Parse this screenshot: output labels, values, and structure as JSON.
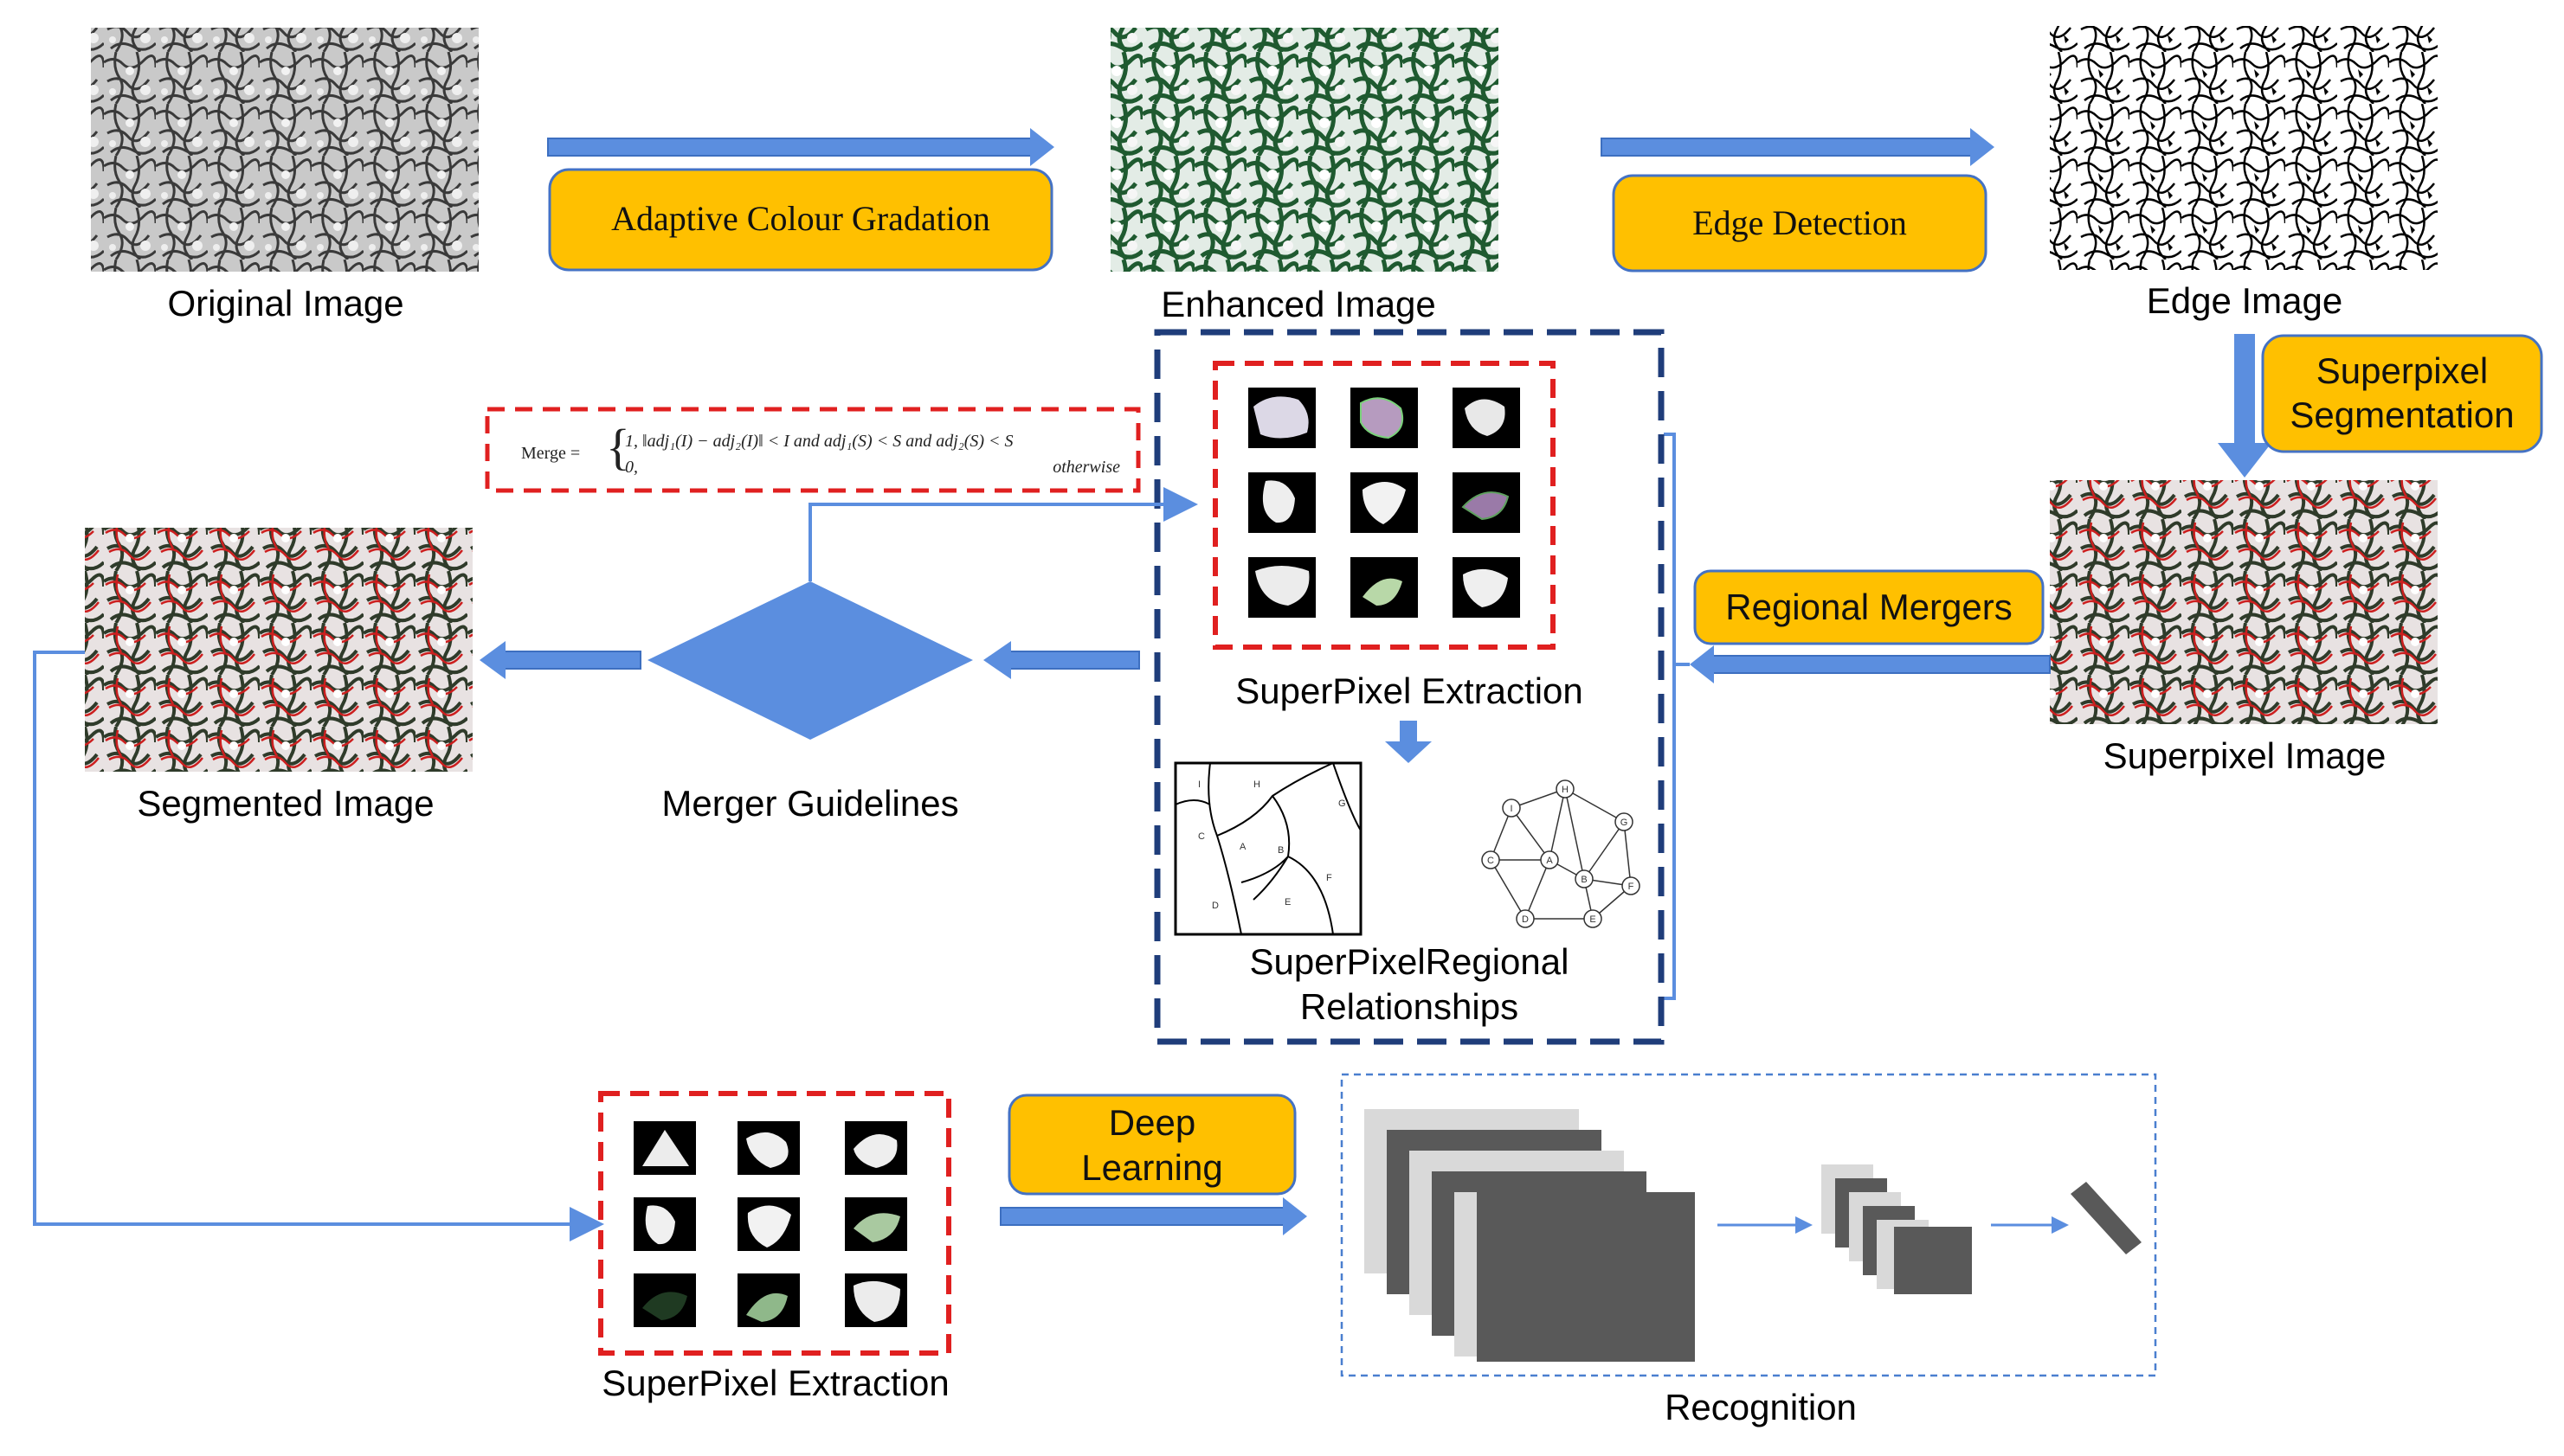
{
  "colors": {
    "arrow": "#5B8EDF",
    "pill": "#FFC000",
    "pill_border": "#4472C4",
    "dashed_red": "#E02020",
    "dashed_navy": "#1F3D7A",
    "dashed_blue": "#4A7FCF",
    "cnn_gray": "#595959"
  },
  "captions": {
    "original": "Original Image",
    "enhanced": "Enhanced Image",
    "edge": "Edge Image",
    "superpixel_image": "Superpixel Image",
    "segmented": "Segmented Image",
    "merger_guidelines": "Merger Guidelines",
    "superpixel_extraction_mid": "SuperPixel Extraction",
    "regional_line1": "SuperPixelRegional",
    "regional_line2": "Relationships",
    "superpixel_extraction_bottom": "SuperPixel Extraction",
    "recognition": "Recognition"
  },
  "pills": {
    "adaptive": "Adaptive Colour Gradation",
    "edge_detection": "Edge Detection",
    "superpixel_seg_line1": "Superpixel",
    "superpixel_seg_line2": "Segmentation",
    "regional_mergers": "Regional Mergers",
    "deep_line1": "Deep",
    "deep_line2": "Learning"
  },
  "formula": {
    "lhs": "Merge  =",
    "case1": "1,  ‖adj₁(I) − adj₂(I)‖ < I  and adj₁(S) < S and adj₂(S) < S",
    "case2": "0,",
    "otherwise": "otherwise"
  },
  "region_letters": [
    "I",
    "H",
    "G",
    "C",
    "A",
    "B",
    "F",
    "D",
    "E"
  ],
  "graph_nodes": [
    "H",
    "I",
    "G",
    "C",
    "A",
    "B",
    "F",
    "D",
    "E"
  ],
  "icons": {
    "microscopy_tiles": "microstructure-image-icon",
    "superpixel_thumb": "superpixel-thumbnail-icon",
    "decision": "decision-diamond-icon"
  }
}
